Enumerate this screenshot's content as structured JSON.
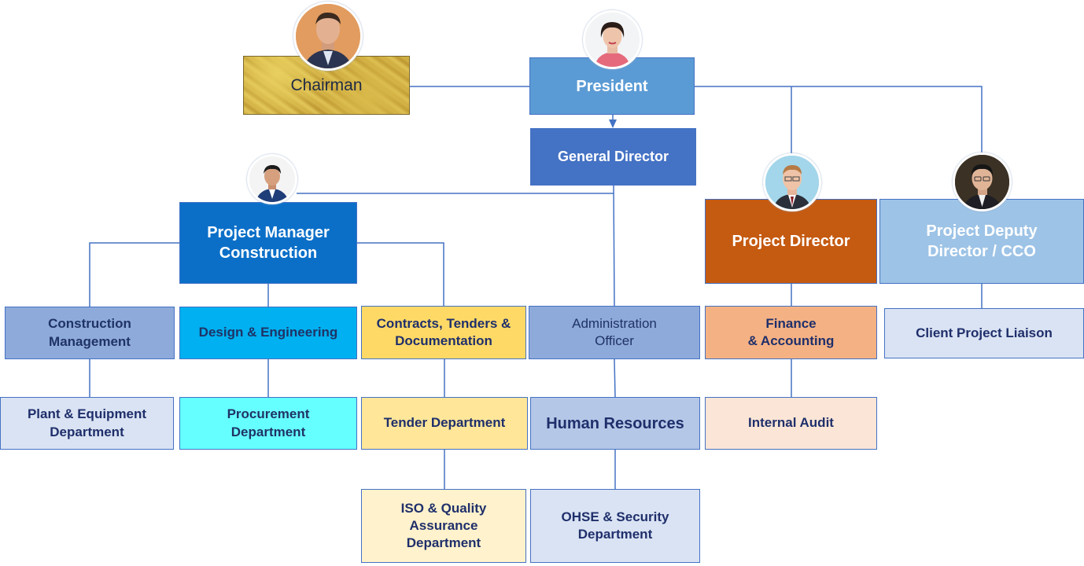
{
  "org_chart": {
    "chairman": "Chairman",
    "president": "President",
    "general_director": "General Director",
    "project_manager": "Project Manager\nConstruction",
    "project_director": "Project Director",
    "project_deputy_director": "Project Deputy\nDirector / CCO",
    "construction_management": "Construction\nManagement",
    "design_engineering": "Design & Engineering",
    "contracts_tenders": "Contracts, Tenders &\nDocumentation",
    "administration_officer": "Administration\nOfficer",
    "finance_accounting": "Finance\n& Accounting",
    "client_project_liaison": "Client Project Liaison",
    "plant_equipment": "Plant & Equipment\nDepartment",
    "procurement": "Procurement\nDepartment",
    "tender_department": "Tender Department",
    "human_resources": "Human Resources",
    "internal_audit": "Internal Audit",
    "iso_quality": "ISO & Quality\nAssurance\nDepartment",
    "ohse_security": "OHSE & Security\nDepartment"
  },
  "colors": {
    "connector": "#4472c4",
    "president": "#5b9bd5",
    "general_director": "#4472c4",
    "project_manager": "#0b6fc8",
    "project_director": "#c55a11",
    "project_deputy_director": "#9dc3e6"
  }
}
